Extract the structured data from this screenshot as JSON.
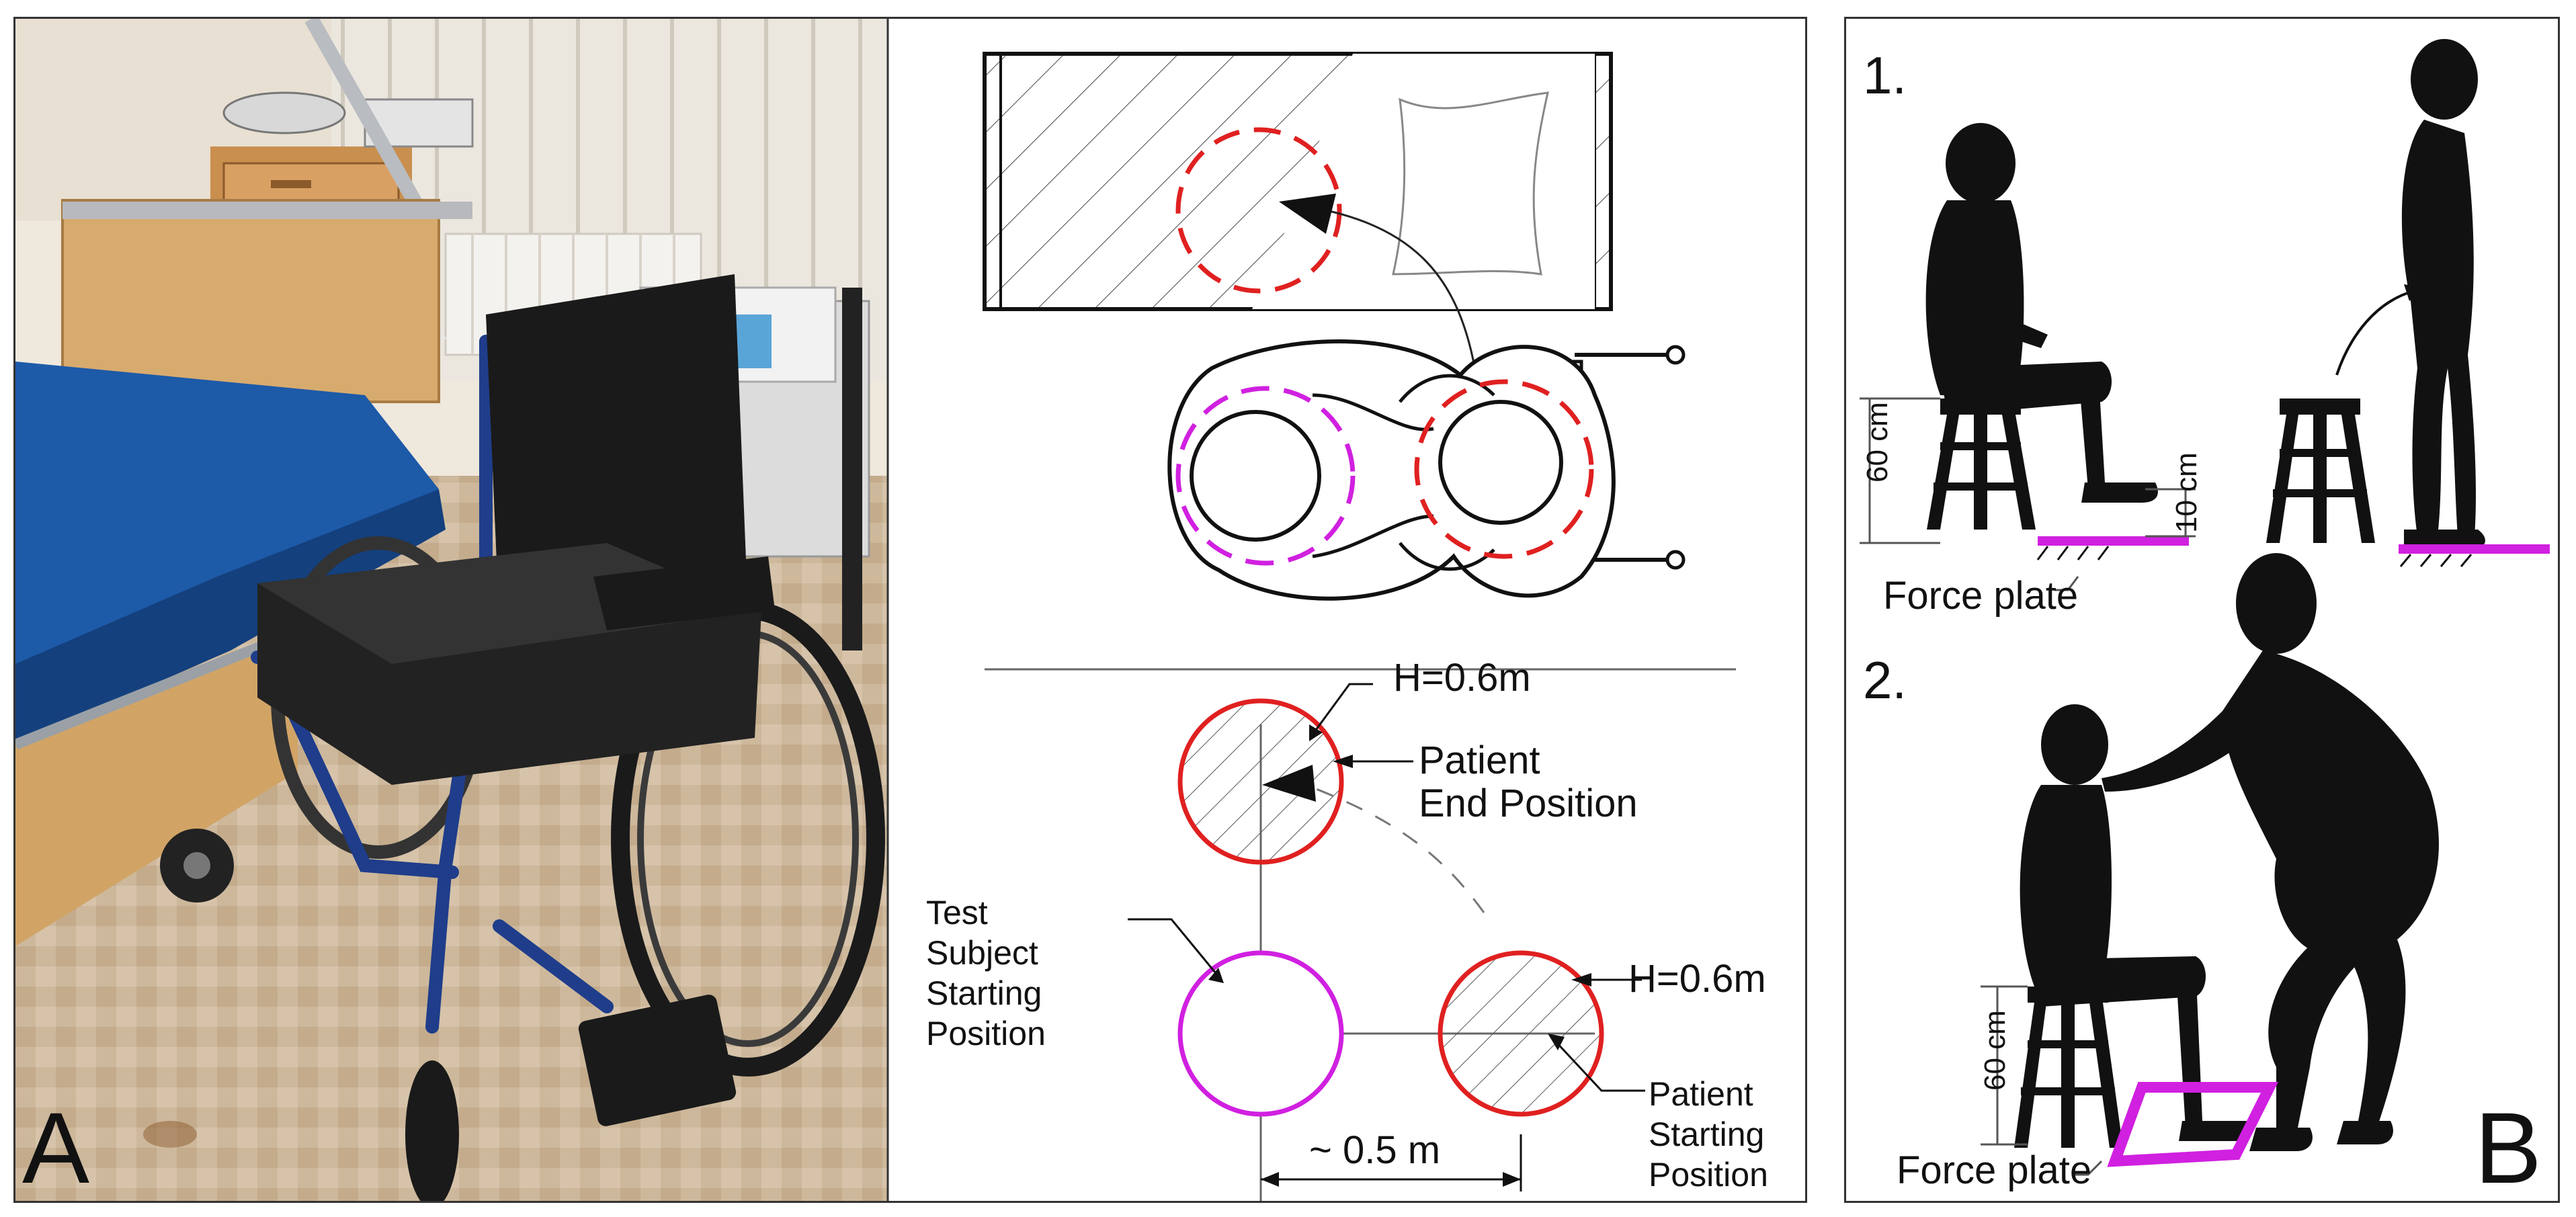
{
  "colors": {
    "end_position": "#e02020",
    "subject_position": "#d020e0",
    "force_plate": "#d020e0",
    "silhouette": "#111111",
    "mattress": "#1d5aa8",
    "wheelchair_frame": "#1f3d8a"
  },
  "panel_a": {
    "letter": "A",
    "photo_description_icon": "wheelchair-bed-photo",
    "plan": {
      "height_end": "H=0.6m",
      "height_start": "H=0.6m",
      "patient_end_label": [
        "Patient",
        "End Position"
      ],
      "test_subject_label": [
        "Test",
        "Subject",
        "Starting",
        "Position"
      ],
      "patient_start_label": [
        "Patient",
        "Starting",
        "Position"
      ],
      "distance": "~ 0.5 m"
    }
  },
  "panel_b": {
    "letter": "B",
    "step1": "1.",
    "step2": "2.",
    "seat_height_1": "60 cm",
    "plate_offset": "10 cm",
    "force_plate_1": "Force plate",
    "seat_height_2": "60 cm",
    "force_plate_2": "Force plate"
  }
}
